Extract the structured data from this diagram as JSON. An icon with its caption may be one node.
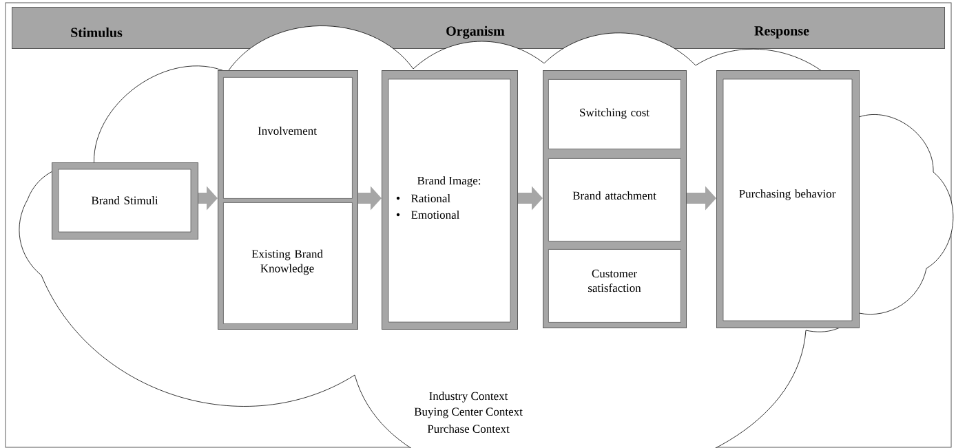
{
  "diagram": {
    "nodes": [
      {
        "text": [
          "Stimulus",
          "Organism",
          "Response"
        ]
      },
      {
        "text": [
          "Industry Context",
          "Buying Center Context",
          "Purchase Context"
        ]
      },
      {
        "text": [
          "Brand Stimuli"
        ],
        "in": 1
      },
      {
        "text": [],
        "shape": "box",
        "in": 1
      },
      {
        "text": [
          "Involvement"
        ],
        "in": 3
      },
      {
        "text": [
          "Existing Brand Knowledge"
        ],
        "in": 3
      },
      {
        "text": [
          "Brand Image:",
          "Rational",
          "Emotional"
        ],
        "in": 1
      },
      {
        "text": [],
        "shape": "box",
        "in": 1
      },
      {
        "text": [
          "Switching cost"
        ],
        "in": 7
      },
      {
        "text": [
          "Brand attachment"
        ],
        "in": 7
      },
      {
        "text": [
          "Customer satisfaction"
        ],
        "in": 7
      },
      {
        "text": [
          "Purchasing behavior"
        ],
        "in": 1
      }
    ],
    "edges": [
      {
        "from": 2,
        "to": 3,
        "arrow": "to"
      },
      {
        "from": 3,
        "to": 6,
        "arrow": "to"
      },
      {
        "from": 6,
        "to": 7,
        "arrow": "to"
      },
      {
        "from": 7,
        "to": 11,
        "arrow": "to"
      }
    ]
  }
}
